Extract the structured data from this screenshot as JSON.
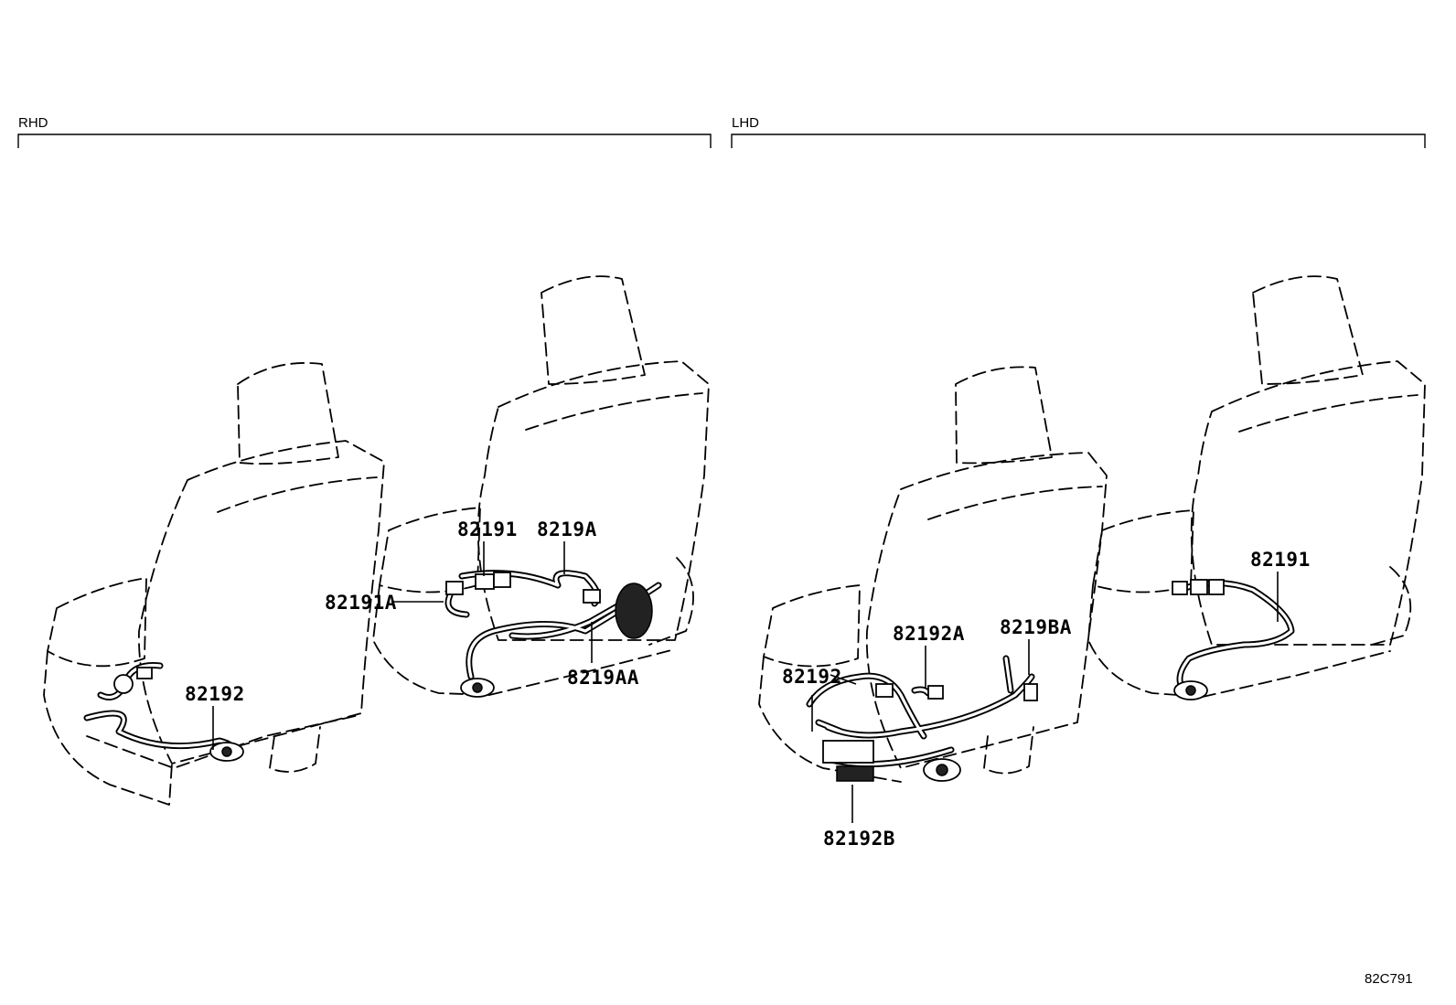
{
  "sections": [
    {
      "id": "rhd",
      "label": "RHD"
    },
    {
      "id": "lhd",
      "label": "LHD"
    }
  ],
  "callouts": {
    "rhd_82191": "82191",
    "rhd_8219A": "8219A",
    "rhd_82191A": "82191A",
    "rhd_82192": "82192",
    "rhd_8219AA": "8219AA",
    "lhd_82192A": "82192A",
    "lhd_8219BA": "8219BA",
    "lhd_82192": "82192",
    "lhd_82192B": "82192B",
    "lhd_82191": "82191"
  },
  "drawing_code": "82C791"
}
